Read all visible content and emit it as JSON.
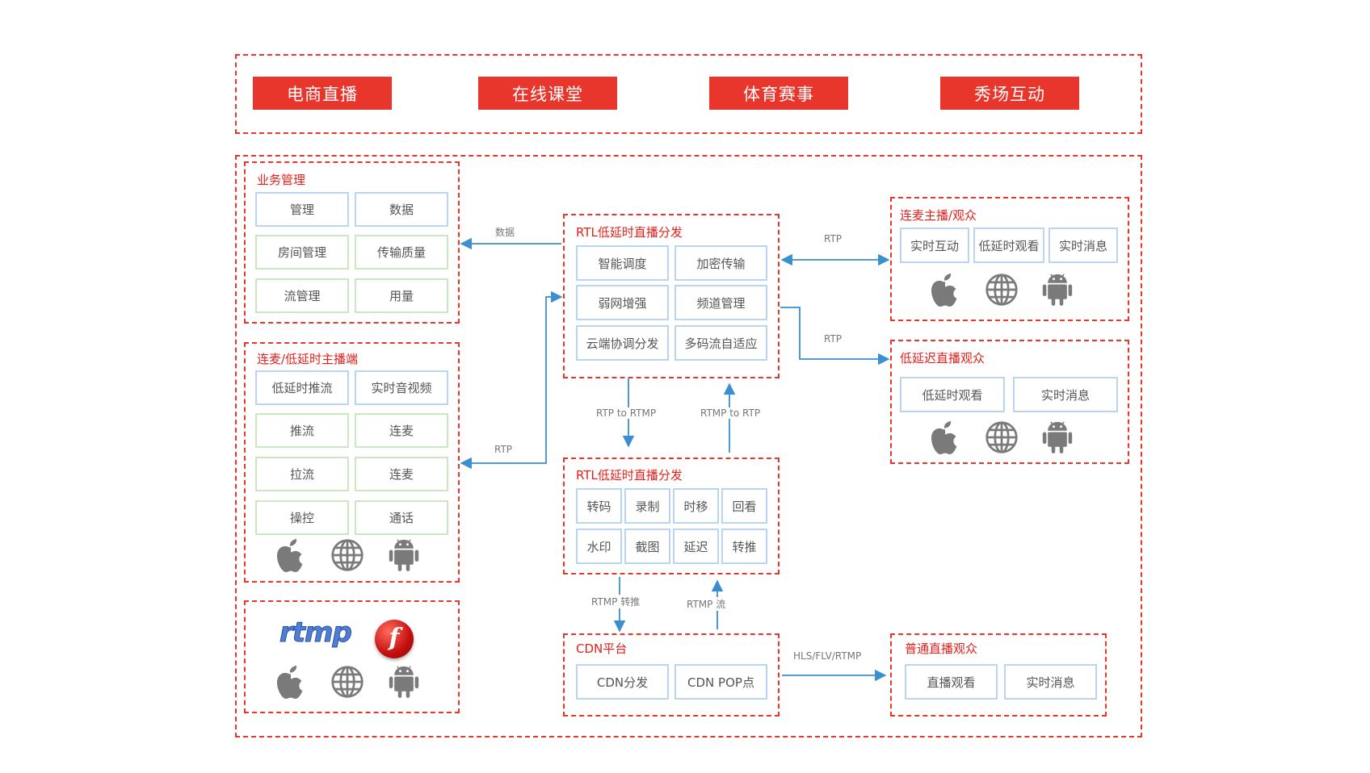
{
  "top_banners": [
    "电商直播",
    "在线课堂",
    "体育赛事",
    "秀场互动"
  ],
  "business": {
    "title": "业务管理",
    "items": [
      "管理",
      "数据",
      "房间管理",
      "传输质量",
      "流管理",
      "用量"
    ]
  },
  "host": {
    "title": "连麦/低延时主播端",
    "items": [
      "低延时推流",
      "实时音视频",
      "推流",
      "连麦",
      "拉流",
      "连麦",
      "操控",
      "通话"
    ]
  },
  "legacy": {
    "rtmp_logo": "rtmp",
    "flash_logo": "f"
  },
  "rtl_top": {
    "title": "RTL低延时直播分发",
    "items": [
      "智能调度",
      "加密传输",
      "弱网增强",
      "频道管理",
      "云端协调分发",
      "多码流自适应"
    ]
  },
  "rtl_bottom": {
    "title": "RTL低延时直播分发",
    "items": [
      "转码",
      "录制",
      "时移",
      "回看",
      "水印",
      "截图",
      "延迟",
      "转推"
    ]
  },
  "cdn": {
    "title": "CDN平台",
    "items": [
      "CDN分发",
      "CDN POP点"
    ]
  },
  "interactive": {
    "title": "连麦主播/观众",
    "items": [
      "实时互动",
      "低延时观看",
      "实时消息"
    ]
  },
  "lowlatency": {
    "title": "低延迟直播观众",
    "items": [
      "低延时观看",
      "实时消息"
    ]
  },
  "normal": {
    "title": "普通直播观众",
    "items": [
      "直播观看",
      "实时消息"
    ]
  },
  "edges": {
    "data": "数据",
    "rtp_left": "RTP",
    "rtp_right_top": "RTP",
    "rtp_right_mid": "RTP",
    "rtp_to_rtmp": "RTP to RTMP",
    "rtmp_to_rtp": "RTMP to RTP",
    "rtmp_push": "RTMP 转推",
    "rtmp_stream": "RTMP 流",
    "hls": "HLS/FLV/RTMP"
  },
  "icons": [
    "apple-icon",
    "globe-icon",
    "android-icon"
  ],
  "colors": {
    "accent": "#e8362d",
    "edge": "#3a8fd1",
    "cell_blue": "#b9d5f3",
    "cell_green": "#c9e8bf"
  }
}
